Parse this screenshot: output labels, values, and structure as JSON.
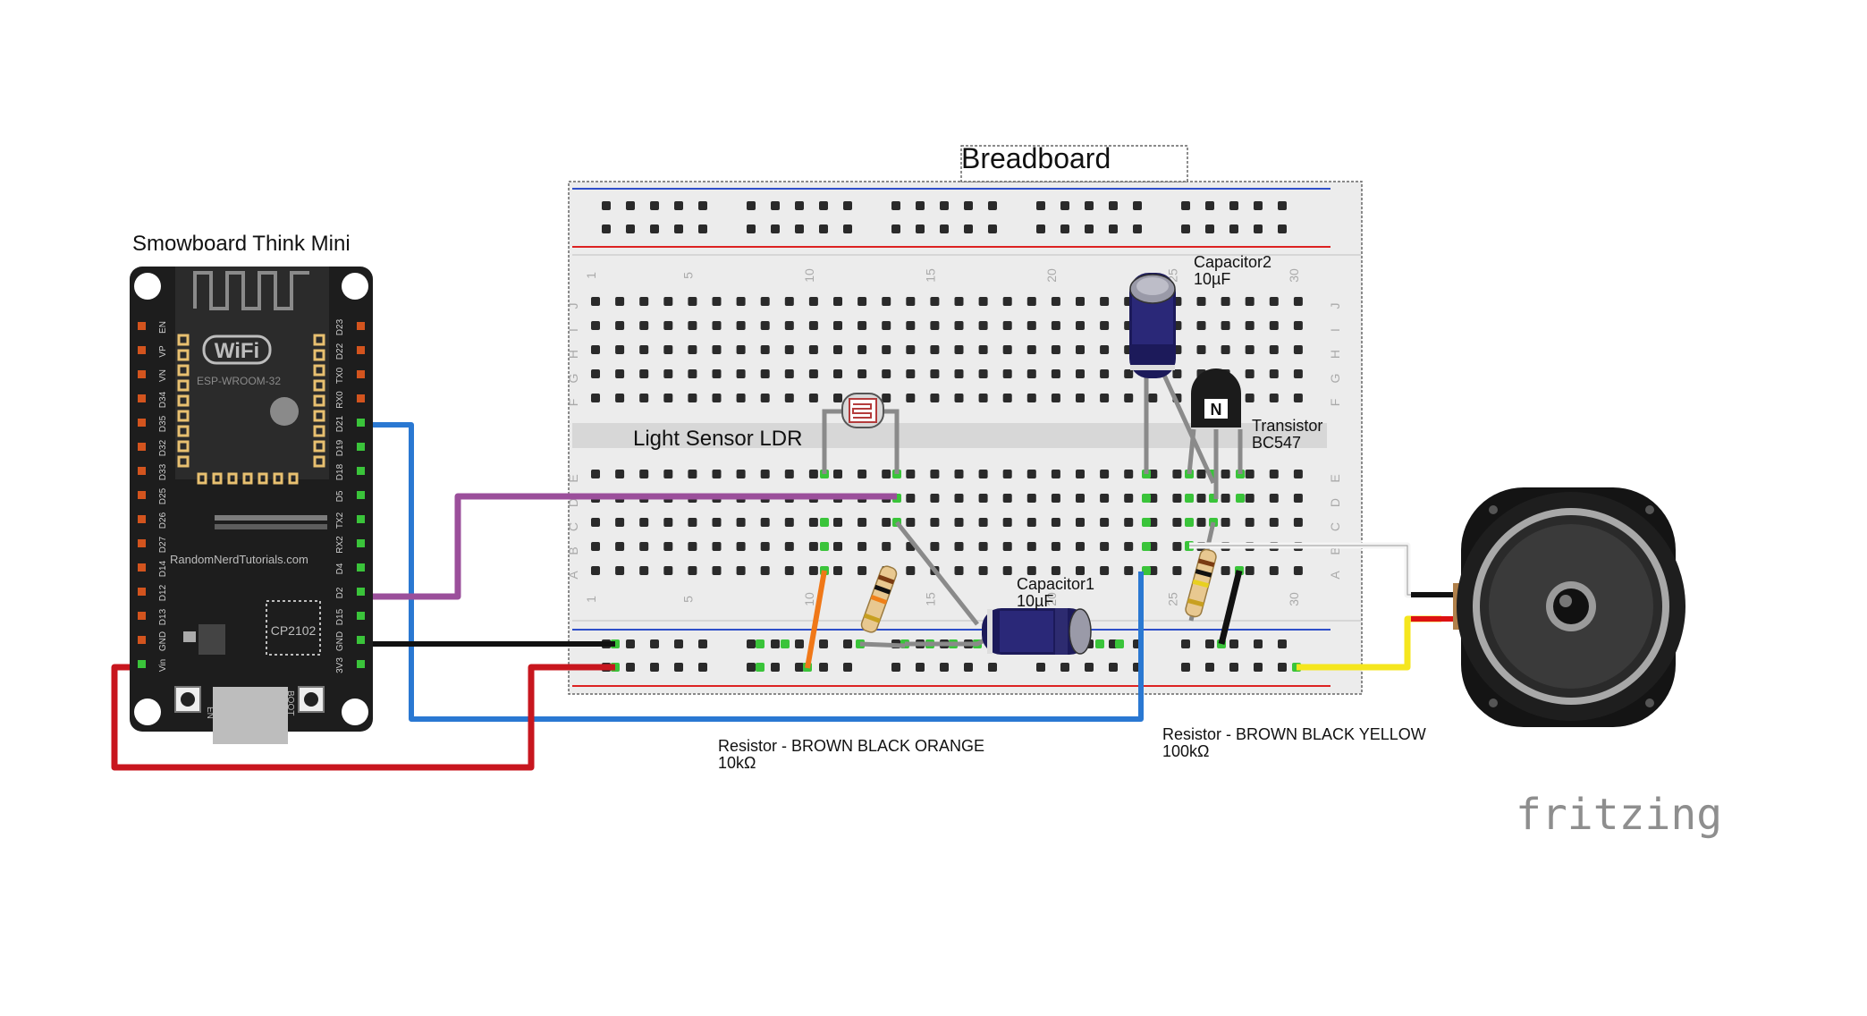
{
  "board": {
    "title": "Smowboard Think Mini",
    "wifi_label": "WiFi",
    "module_label": "ESP-WROOM-32",
    "site_label": "RandomNerdTutorials.com",
    "chip_label": "CP2102",
    "en_label": "EN",
    "boot_label": "BOOT",
    "left_pins": [
      "EN",
      "VP",
      "VN",
      "D34",
      "D35",
      "D32",
      "D33",
      "D25",
      "D26",
      "D27",
      "D14",
      "D12",
      "D13",
      "GND",
      "Vin"
    ],
    "right_pins": [
      "D23",
      "D22",
      "TX0",
      "RX0",
      "D21",
      "D19",
      "D18",
      "D5",
      "TX2",
      "RX2",
      "D4",
      "D2",
      "D15",
      "GND",
      "3V3"
    ]
  },
  "breadboard": {
    "title": "Breadboard",
    "row_letters_top": [
      "J",
      "I",
      "H",
      "G",
      "F"
    ],
    "row_letters_bottom": [
      "E",
      "D",
      "C",
      "B",
      "A"
    ],
    "column_numbers": [
      "1",
      "5",
      "10",
      "15",
      "20",
      "25",
      "30"
    ]
  },
  "components": {
    "ldr": {
      "label": "Light Sensor LDR"
    },
    "capacitor1": {
      "name": "Capacitor1",
      "value": "10µF"
    },
    "capacitor2": {
      "name": "Capacitor2",
      "value": "10µF"
    },
    "transistor": {
      "name": "Transistor",
      "model": "BC547",
      "glyph": "N"
    },
    "resistor1": {
      "name": "Resistor - BROWN BLACK ORANGE",
      "value": "10kΩ"
    },
    "resistor2": {
      "name": "Resistor - BROWN BLACK YELLOW",
      "value": "100kΩ"
    }
  },
  "wire_colors": {
    "blue": "#2a78d2",
    "purple": "#9b4f9b",
    "black": "#111111",
    "red": "#c8161e",
    "orange": "#f07818",
    "yellow": "#f5e61e",
    "gray": "#8a8a8a",
    "white": "#f4f4f4"
  },
  "footer": {
    "brand": "fritzing"
  }
}
